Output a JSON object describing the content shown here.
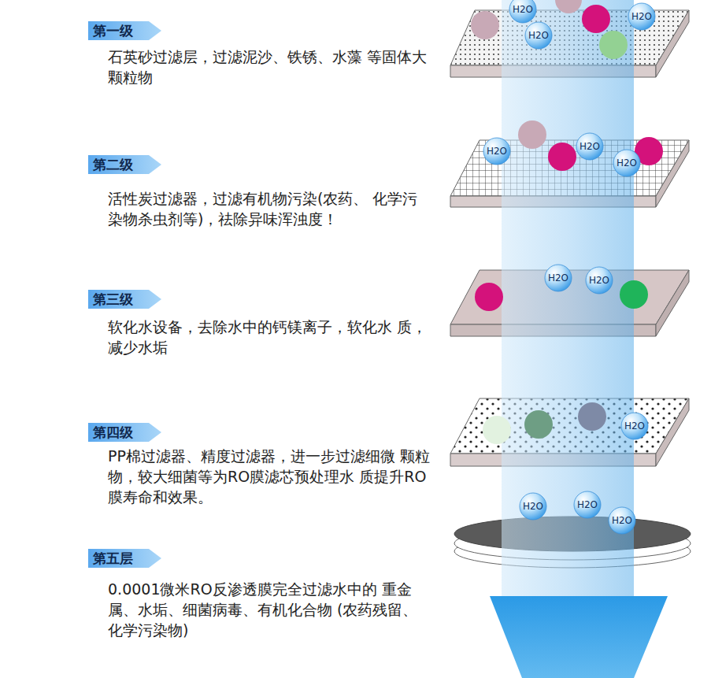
{
  "diagram": {
    "nodes": [
      {
        "text": [
          "第一级",
          "石英砂过滤层，过滤泥沙、铁锈、水藻 等固体大颗粒物"
        ]
      },
      {
        "text": [
          "第二级",
          "活性炭过滤器，过滤有机物污染(农药、 化学污染物杀虫剂等)，祛除异味浑浊度！"
        ]
      },
      {
        "text": [
          "第三级",
          "软化水设备，去除水中的钙镁离子，软化水 质，减少水垢"
        ]
      },
      {
        "text": [
          "第四级",
          "PP棉过滤器、精度过滤器，进一步过滤细微 颗粒物，较大细菌等为RO膜滤芯预处理水 质提升RO膜寿命和效果。"
        ]
      },
      {
        "text": [
          "第五层",
          "0.0001微米RO反渗透膜完全过滤水中的 重金属、水垢、细菌病毒、有机化合物 (农药残留、化学污染物)"
        ]
      }
    ],
    "edges": [],
    "labels": [
      "H2O",
      "H2O",
      "H2O",
      "H2O",
      "H2O",
      "H2O",
      "H2O",
      "H2O",
      "H2O",
      "H2O",
      "H2O",
      "H2O"
    ]
  }
}
